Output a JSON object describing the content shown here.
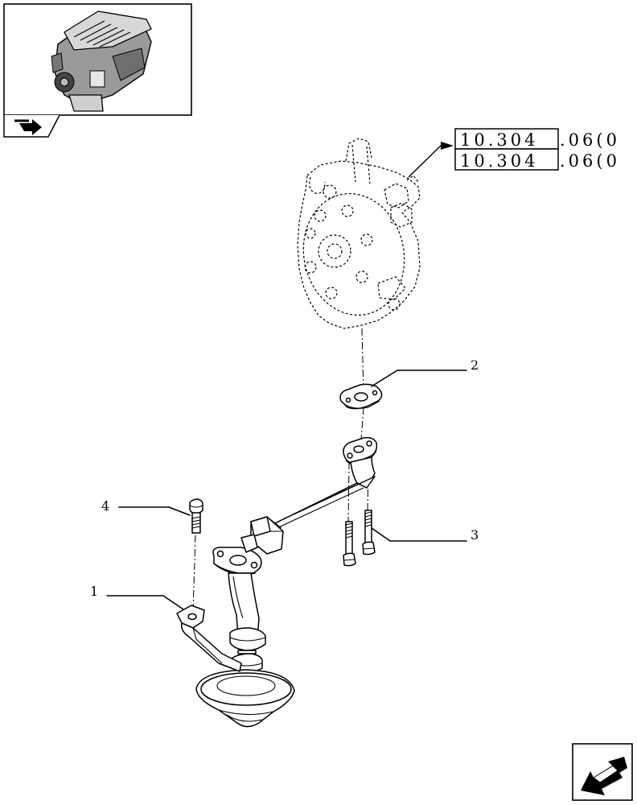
{
  "references": [
    {
      "code": "10.304",
      "suffix": ".06(0"
    },
    {
      "code": "10.304",
      "suffix": ".06(0"
    }
  ],
  "callouts": [
    {
      "num": "1"
    },
    {
      "num": "2"
    },
    {
      "num": "3"
    },
    {
      "num": "4"
    }
  ],
  "icons": {
    "engine_thumbnail": "engine-thumbnail-icon",
    "thumbnail_nav": "arrow-right-icon",
    "nav_back": "arrow-back-icon"
  }
}
